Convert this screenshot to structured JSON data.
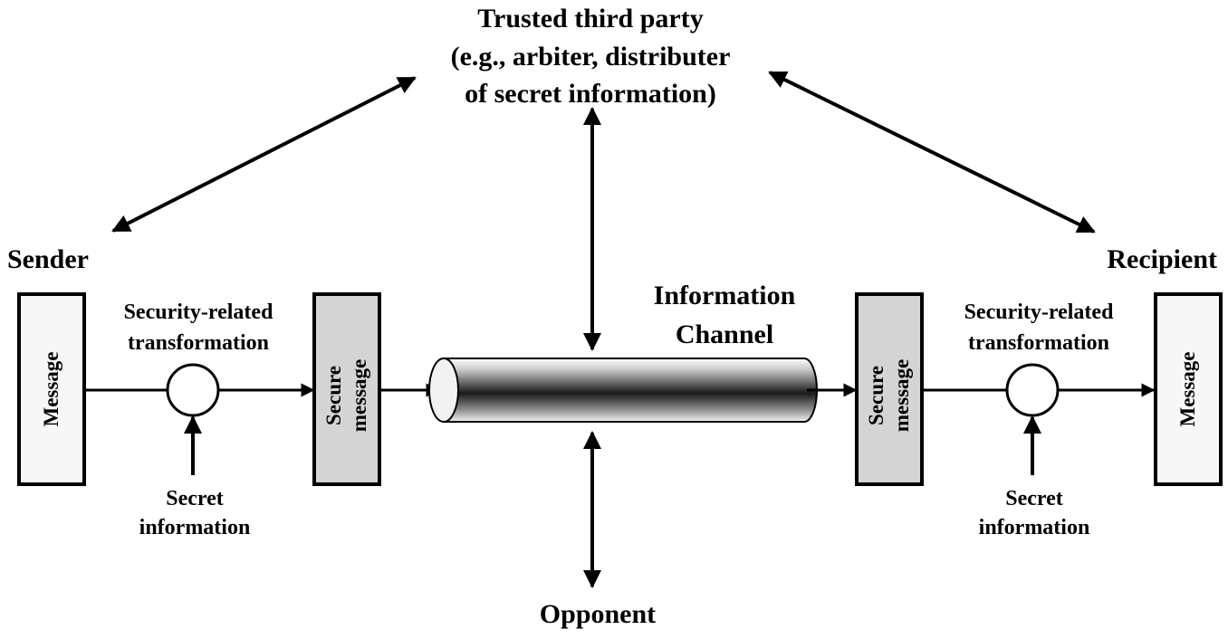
{
  "trusted_third_party": {
    "line1": "Trusted third party",
    "line2": "(e.g., arbiter, distributer",
    "line3": "of secret information)"
  },
  "sender": {
    "label": "Sender",
    "message_box": "Message",
    "transform_line1": "Security-related",
    "transform_line2": "transformation",
    "secret_line1": "Secret",
    "secret_line2": "information",
    "secure_line1": "Secure",
    "secure_line2": "message"
  },
  "recipient": {
    "label": "Recipient",
    "message_box": "Message",
    "transform_line1": "Security-related",
    "transform_line2": "transformation",
    "secret_line1": "Secret",
    "secret_line2": "information",
    "secure_line1": "Secure",
    "secure_line2": "message"
  },
  "channel": {
    "line1": "Information",
    "line2": "Channel"
  },
  "opponent": {
    "label": "Opponent"
  },
  "colors": {
    "box_plain": "#f7f7f7",
    "box_secure": "#d4d4d4",
    "stroke": "#000000"
  }
}
